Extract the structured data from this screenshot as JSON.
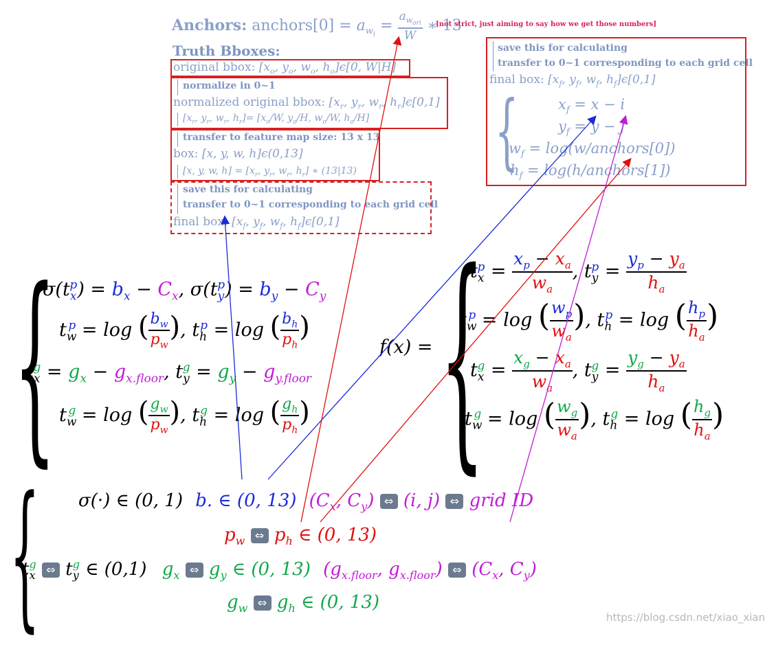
{
  "anchors": {
    "label": "Anchors:",
    "formula": "anchors[0] = a",
    "formula_sub": "w_i",
    "frac_num": "a_w_ori",
    "frac_den": "W",
    "times": "∗ 13",
    "note": "[not strict, just aiming to say how we get those numbers]"
  },
  "truth": {
    "label": "Truth Bboxes:",
    "original": "original bbox: [x_o, y_o, w_o, h_o]ϵ[0, W|H]",
    "normalize": "normalize in 0~1",
    "normalized": "normalized original bbox: [x_r, y_r, w_r, h_r]ϵ[0,1]",
    "normalized_eq": "[x_r, y_r, w_r, h_r]= [x_o/W, y_o/H, w_o/W, h_o/H]",
    "transfer": "transfer to feature map size: 13 x 13",
    "box": "box: [x, y, w, h]ϵ(0,13]",
    "box_eq": "[x, y, w, h] = [x_r, y_r, w_r, h_r] ∗ (13|13)",
    "save": "save this for calculating",
    "transfer_cell": "transfer to 0~1 corresponding to each grid cell",
    "final": "final box: [x_f, y_f, w_f, h_f]ϵ[0,1]"
  },
  "right_box": {
    "save": "save this for calculating",
    "transfer_cell": "transfer to 0~1 corresponding to each grid cell",
    "final": "final box: [x_f, y_f, w_f, h_f]ϵ[0,1]",
    "xf": "x_f = x − i",
    "yf": "y_f = y − j",
    "wf": "w_f = log(w/anchors[0])",
    "hf": "h_f = log(h/anchors[1])"
  },
  "left_system": {
    "row1": "σ(t_x^p) = b_x − C_x, σ(t_y^p) = b_y − C_y",
    "row2": "t_w^p = log(b_w/p_w), t_h^p = log(b_h/p_h)",
    "row3": "t_x^g = g_x − g_x.floor, t_y^g = g_y − g_y.floor",
    "row4": "t_w^g = log(g_w/p_w), t_h^g = log(g_h/p_h)"
  },
  "right_system": {
    "lhs": "f(x) =",
    "row1": "t_x^p = (x_p − x_a)/w_a, t_y^p = (y_p − y_a)/h_a",
    "row2": "t_w^p = log(w_p/w_a), t_h^p = log(h_p/h_a)",
    "row3": "t_x^g = (x_g − x_a)/w_a, t_y^g = (y_g − y_a)/h_a",
    "row4": "t_w^g = log(w_g/w_a), t_h^g = log(h_g/h_a)"
  },
  "bottom_system": {
    "row1a": "σ(·) ∈ (0, 1)",
    "row1b": "b. ∈ (0, 13)",
    "row1c": "(C_x, C_y)",
    "row1d": "(i, j)",
    "row1e": "grid ID",
    "row2": "p_w ⇔ p_h ∈ (0, 13)",
    "row3a": "t_x^g ⇔ t_y^g ∈ (0,1)",
    "row3b": "g_x ⇔ g_y ∈ (0, 13)",
    "row3c": "(g_x.floor, g_x.floor)",
    "row3d": "(C_x, C_y)",
    "row4": "g_w ⇔ g_h ∈ (0, 13)"
  },
  "watermark": "https://blog.csdn.net/xiao_xian_",
  "colors": {
    "red": "#e01010",
    "blue": "#1a2bd8",
    "magenta": "#c21bd6",
    "green": "#10a84a",
    "faint": "#8aa0c8",
    "box_red": "#d62020"
  },
  "icons": [
    "double-arrow-icon"
  ]
}
